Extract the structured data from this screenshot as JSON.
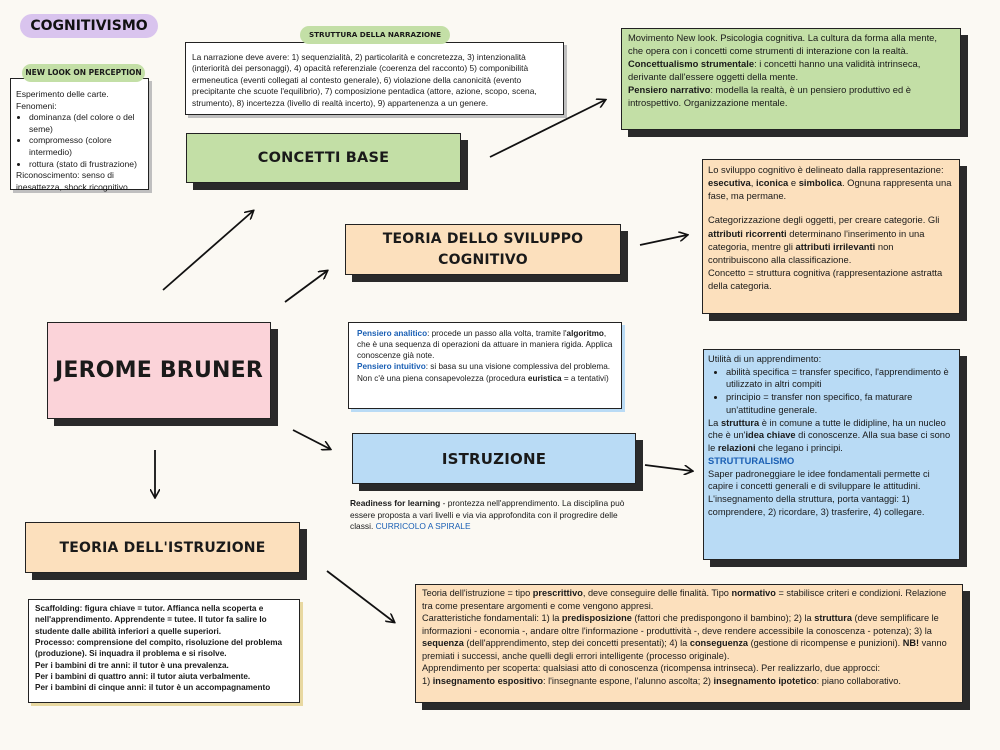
{
  "header": {
    "title": "COGNITIVISMO"
  },
  "center": {
    "title": "JEROME BRUNER"
  },
  "new_look": {
    "label": "NEW LOOK ON PERCEPTION",
    "intro": "Esperimento delle carte. Fenomeni:",
    "items": [
      "dominanza (del colore o del seme)",
      "compromesso (colore intermedio)",
      "rottura (stato di frustrazione)"
    ],
    "outro": "Riconoscimento: senso di inesattezza, shock ricognitivo."
  },
  "narrazione": {
    "label": "STRUTTURA DELLA NARRAZIONE",
    "text": "La narrazione deve avere: 1) sequenzialità, 2) particolarità e concretezza, 3) intenzionalità (interiorità dei personaggi), 4) opacità referenziale (coerenza del racconto) 5) componibilità ermeneutica (eventi collegati al contesto generale), 6) violazione della canonicità (evento precipitante che scuote l'equilibrio), 7) composizione pentadica (attore, azione, scopo, scena, strumento), 8) incertezza (livello di realtà incerto), 9) appartenenza a un genere."
  },
  "concetti_base": {
    "title": "CONCETTI BASE",
    "p1": "Movimento New look. Psicologia cognitiva. La cultura da forma alla mente, che opera con i concetti come strumenti di interazione con la realtà.",
    "p2_bold": "Concettualismo strumentale",
    "p2": ": i concetti hanno una validità intrinseca, derivante dall'essere oggetti della mente.",
    "p3_bold": "Pensiero narrativo",
    "p3": ": modella la realtà, è un pensiero produttivo ed è introspettivo. Organizzazione mentale."
  },
  "sviluppo": {
    "title": "TEORIA DELLO SVILUPPO COGNITIVO",
    "p1a": "Lo sviluppo cognitivo è delineato dalla rappresentazione: ",
    "p1_b1": "esecutiva",
    "p1_sep1": ", ",
    "p1_b2": "iconica",
    "p1_sep2": " e ",
    "p1_b3": "simbolica",
    "p1c": ". Ognuna rappresenta una fase, ma permane.",
    "p2a": "Categorizzazione degli oggetti, per creare categorie. Gli ",
    "p2_b1": "attributi ricorrenti",
    "p2b": " determinano l'inserimento in una categoria, mentre gli ",
    "p2_b2": "attributi irrilevanti",
    "p2c": " non contribuiscono alla classificazione.",
    "p3": "Concetto = struttura cognitiva (rappresentazione astratta della categoria."
  },
  "pensiero": {
    "analitico_label": "Pensiero analitico",
    "analitico_a": ": procede un passo alla volta, tramite l'",
    "analitico_bold": "algoritmo",
    "analitico_b": ", che è una sequenza di operazioni da attuare in maniera rigida. Applica conoscenze già note.",
    "intuitivo_label": "Pensiero intuitivo",
    "intuitivo_a": ": si basa su una visione complessiva del problema. Non c'è una piena consapevolezza (procedura ",
    "intuitivo_bold": "euristica",
    "intuitivo_b": " = a tentativi)"
  },
  "istruzione": {
    "title": "ISTRUZIONE",
    "readiness_bold": "Readiness for learning",
    "readiness": " - prontezza nell'apprendimento. La disciplina può essere proposta a vari livelli e via via approfondita con il progredire delle classi. ",
    "readiness_blue": "CURRICOLO A SPIRALE",
    "utilita": "Utilità di un apprendimento:",
    "items": [
      "abilità specifica = transfer specifico, l'apprendimento è utilizzato in altri compiti",
      "principio = transfer non specifico, fa maturare un'attitudine generale."
    ],
    "s1a": "La ",
    "s1_b1": "struttura",
    "s1b": " è in comune a tutte le didipline, ha un nucleo che è un'",
    "s1_b2": "idea chiave",
    "s1c": " di conoscenze. Alla sua base ci sono le ",
    "s1_b3": "relazioni",
    "s1d": " che legano i principi.",
    "strutturalismo": "STRUTTURALISMO",
    "s2": "Saper padroneggiare le idee fondamentali permette ci capire i concetti generali e di sviluppare le attitudini. L'insegnamento della struttura, porta vantaggi: 1) comprendere, 2) ricordare, 3) trasferire, 4) collegare."
  },
  "teoria_istruzione": {
    "title": "TEORIA DELL'ISTRUZIONE",
    "scaffolding": [
      "Scaffolding: figura chiave = tutor. Affianca nella scoperta e nell'apprendimento. Apprendente = tutee. Il tutor fa salire lo studente dalle abilità inferiori a quelle superiori.",
      "Processo: comprensione del compito, risoluzione del problema (produzione). Si inquadra il problema e si risolve.",
      "Per i bambini di tre anni: il tutor è una prevalenza.",
      "Per i bambini di quattro anni: il tutor aiuta verbalmente.",
      "Per i bambini di cinque anni: il tutor è un accompagnamento"
    ],
    "d1a": "Teoria dell'istruzione = tipo ",
    "d1_b1": "prescrittivo",
    "d1b": ", deve conseguire delle finalità. Tipo ",
    "d1_b2": "normativo",
    "d1c": " = stabilisce criteri e condizioni. Relazione tra come presentare argomenti e come vengono appresi.",
    "d2a": "Caratteristiche fondamentali: 1) la ",
    "d2_b1": "predisposizione",
    "d2b": " (fattori che predispongono il bambino); 2) la ",
    "d2_b2": "struttura",
    "d2c": " (deve semplificare le informazioni - economia -, andare oltre l'informazione - produttività -, deve rendere accessibile la conoscenza - potenza); 3) la ",
    "d2_b3": "sequenza",
    "d2d": " (dell'apprendimento, step dei concetti presentati); 4) la ",
    "d2_b4": "conseguenza",
    "d2e": " (gestione di ricompense e punizioni). ",
    "d2_b5": "NB!",
    "d2f": " vanno premiati i successi, anche quelli degli errori intelligente (processo originale).",
    "d3": "Apprendimento per scoperta: qualsiasi atto di conoscenza (ricompensa intrinseca). Per realizzarlo, due approcci:",
    "d4a": "1) ",
    "d4_b1": "insegnamento espositivo",
    "d4b": ": l'insegnante espone, l'alunno ascolta; 2) ",
    "d4_b2": "insegnamento ipotetico",
    "d4c": ": piano collaborativo."
  },
  "colors": {
    "green": "#c3dfa6",
    "peach": "#fce0bd",
    "pink": "#fbd3d9",
    "blue": "#b9dbf5",
    "lilac": "#d9c4ee",
    "ink": "#1f1f1f"
  }
}
